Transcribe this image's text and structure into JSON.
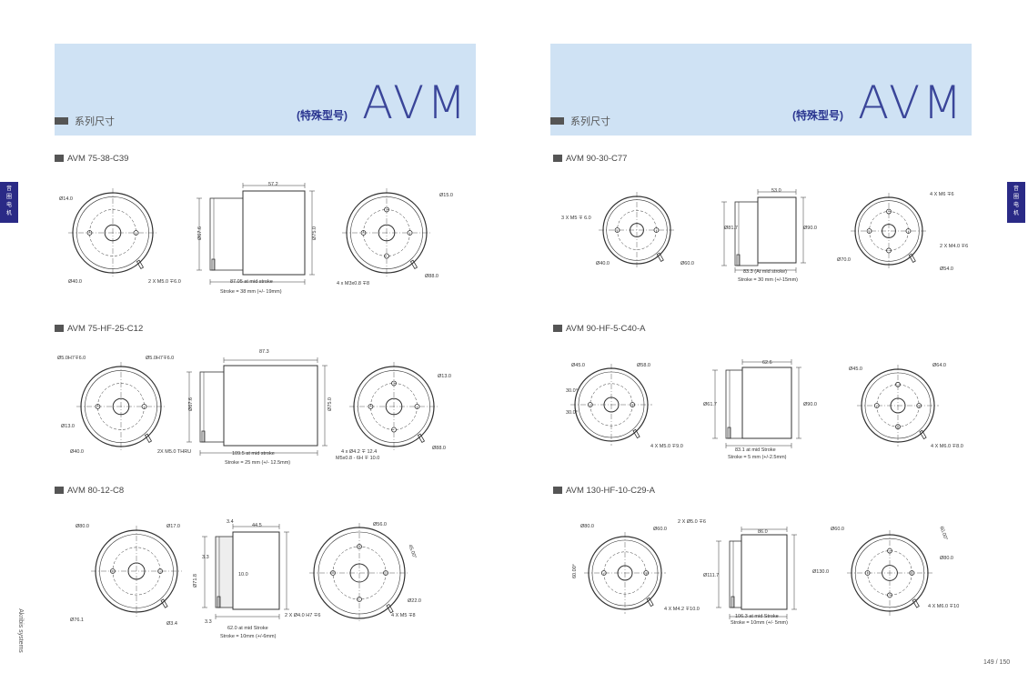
{
  "left_page": {
    "section_title": "系列尺寸",
    "subtitle": "(特殊型号)",
    "series": "AVM",
    "side_tab": [
      "音",
      "圈",
      "电",
      "机"
    ],
    "brand": "Akribis systems"
  },
  "right_page": {
    "section_title": "系列尺寸",
    "subtitle": "(特殊型号)",
    "series": "AVM",
    "side_tab": [
      "音",
      "圈",
      "电",
      "机"
    ],
    "page_number": "149 / 150"
  },
  "products": [
    {
      "name": "AVM 75-38-C39",
      "labels": [
        "Ø14.0",
        "Ø40.0",
        "2 X M5.0 ∓6.0",
        "57.2",
        "Ø67.6",
        "Ø75.0",
        "87.05 at mid stroke",
        "Stroke = 38 mm (+/- 19mm)",
        "Ø15.0",
        "4 x M3x0.8 ∓8",
        "Ø88.0"
      ]
    },
    {
      "name": "AVM 75-HF-25-C12",
      "labels": [
        "Ø5.0H7∓6.0",
        "Ø5.0H7∓6.0",
        "Ø13.0",
        "Ø40.0",
        "2X M5.0 THRU",
        "87.3",
        "Ø67.6",
        "Ø75.0",
        "109.5 at mid stroke",
        "Stroke = 25 mm (+/- 12.5mm)",
        "Ø13.0",
        "4 x Ø4.2 ∓ 12.4",
        "M5x0.8 - 6H ∓ 10.0",
        "Ø88.0"
      ]
    },
    {
      "name": "AVM 80-12-C8",
      "labels": [
        "Ø80.0",
        "Ø17.0",
        "Ø76.1",
        "Ø3.4",
        "3.4",
        "44.5",
        "3.3",
        "10.0",
        "Ø71.8",
        "3.3",
        "62.0 at mid Stroke",
        "Stroke = 10mm (+/-6mm)",
        "Ø56.0",
        "45.00°",
        "Ø22.0",
        "2 X Ø4.0 H7 ∓6",
        "4 X M5 ∓8"
      ]
    },
    {
      "name": "AVM 90-30-C77",
      "labels": [
        "3 X M5 ∓ 6.0",
        "Ø40.0",
        "Ø60.0",
        "53.0",
        "Ø81.7",
        "Ø90.0",
        "83.3 (At mid stroke)",
        "Stroke = 30 mm (+/-15mm)",
        "4 X M6 ∓6",
        "2 X M4.0 ∓6",
        "Ø70.0",
        "Ø54.0"
      ]
    },
    {
      "name": "AVM 90-HF-5-C40-A",
      "labels": [
        "Ø45.0",
        "Ø58.0",
        "30.0°",
        "30.0°",
        "4 X M5.0 ∓9.0",
        "62.6",
        "Ø61.7",
        "Ø90.0",
        "83.1 at mid Stroke",
        "Stroke = 5 mm (+/-2.5mm)",
        "Ø45.0",
        "Ø64.0",
        "4 X M6.0 ∓8.0"
      ]
    },
    {
      "name": "AVM 130-HF-10-C29-A",
      "labels": [
        "Ø80.0",
        "Ø60.0",
        "2 X Ø5.0 ∓6",
        "60.00°",
        "4 X M4.2 ∓10.0",
        "86.0",
        "Ø111.7",
        "Ø130.0",
        "106.3 at mid Stroke",
        "Stroke = 10mm (+/- 5mm)",
        "Ø60.0",
        "60.00°",
        "Ø80.0",
        "4 X M6.0 ∓10"
      ]
    }
  ],
  "colors": {
    "banner": "#cfe2f4",
    "accent": "#2a3590",
    "tab": "#2a2a86"
  }
}
